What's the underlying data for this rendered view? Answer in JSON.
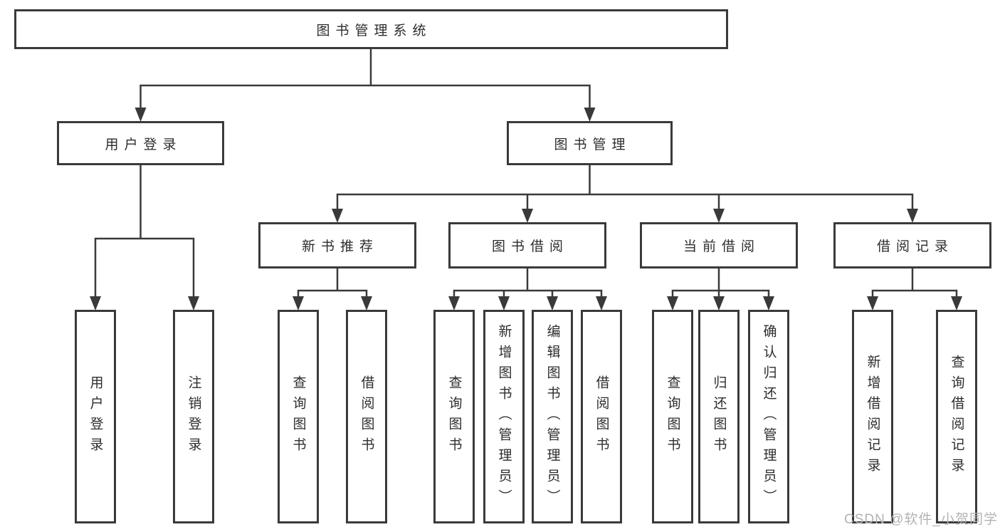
{
  "tree": {
    "root": "图书管理系统",
    "user": {
      "label": "用户登录",
      "children": [
        "用户登录",
        "注销登录"
      ]
    },
    "mgmt": {
      "label": "图书管理",
      "groups": [
        {
          "label": "新书推荐",
          "children": [
            "查询图书",
            "借阅图书"
          ]
        },
        {
          "label": "图书借阅",
          "children": [
            "查询图书",
            "新增图书（管理员）",
            "编辑图书（管理员）",
            "借阅图书"
          ]
        },
        {
          "label": "当前借阅",
          "children": [
            "查询图书",
            "归还图书",
            "确认归还（管理员）"
          ]
        },
        {
          "label": "借阅记录",
          "children": [
            "新增借阅记录",
            "查询借阅记录"
          ]
        }
      ]
    }
  },
  "watermark": "CSDN @软件_小贺同学",
  "colors": {
    "line": "#3a3a3a",
    "text": "#2d2d2d",
    "watermark": "#b3b3b3",
    "background": "#ffffff"
  }
}
